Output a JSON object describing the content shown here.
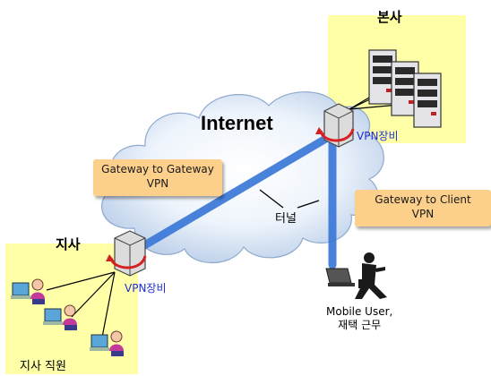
{
  "hq": {
    "title": "본사"
  },
  "branch": {
    "title": "지사",
    "staff": "지사 직원"
  },
  "cloud": {
    "label": "Internet"
  },
  "devices": {
    "hq_vpn": "VPN장비",
    "branch_vpn": "VPN장비"
  },
  "callouts": {
    "g2g_line1": "Gateway to Gateway",
    "g2g_line2": "VPN",
    "g2c_line1": "Gateway to Client",
    "g2c_line2": "VPN"
  },
  "tunnel": {
    "label": "터널"
  },
  "mobile": {
    "line1": "Mobile User,",
    "line2": "재택 근무"
  },
  "colors": {
    "zone": "#ffffa8",
    "callout": "#fcd08a",
    "tunnel": "#3a78d8",
    "vpn_text": "#1f2fd0"
  }
}
